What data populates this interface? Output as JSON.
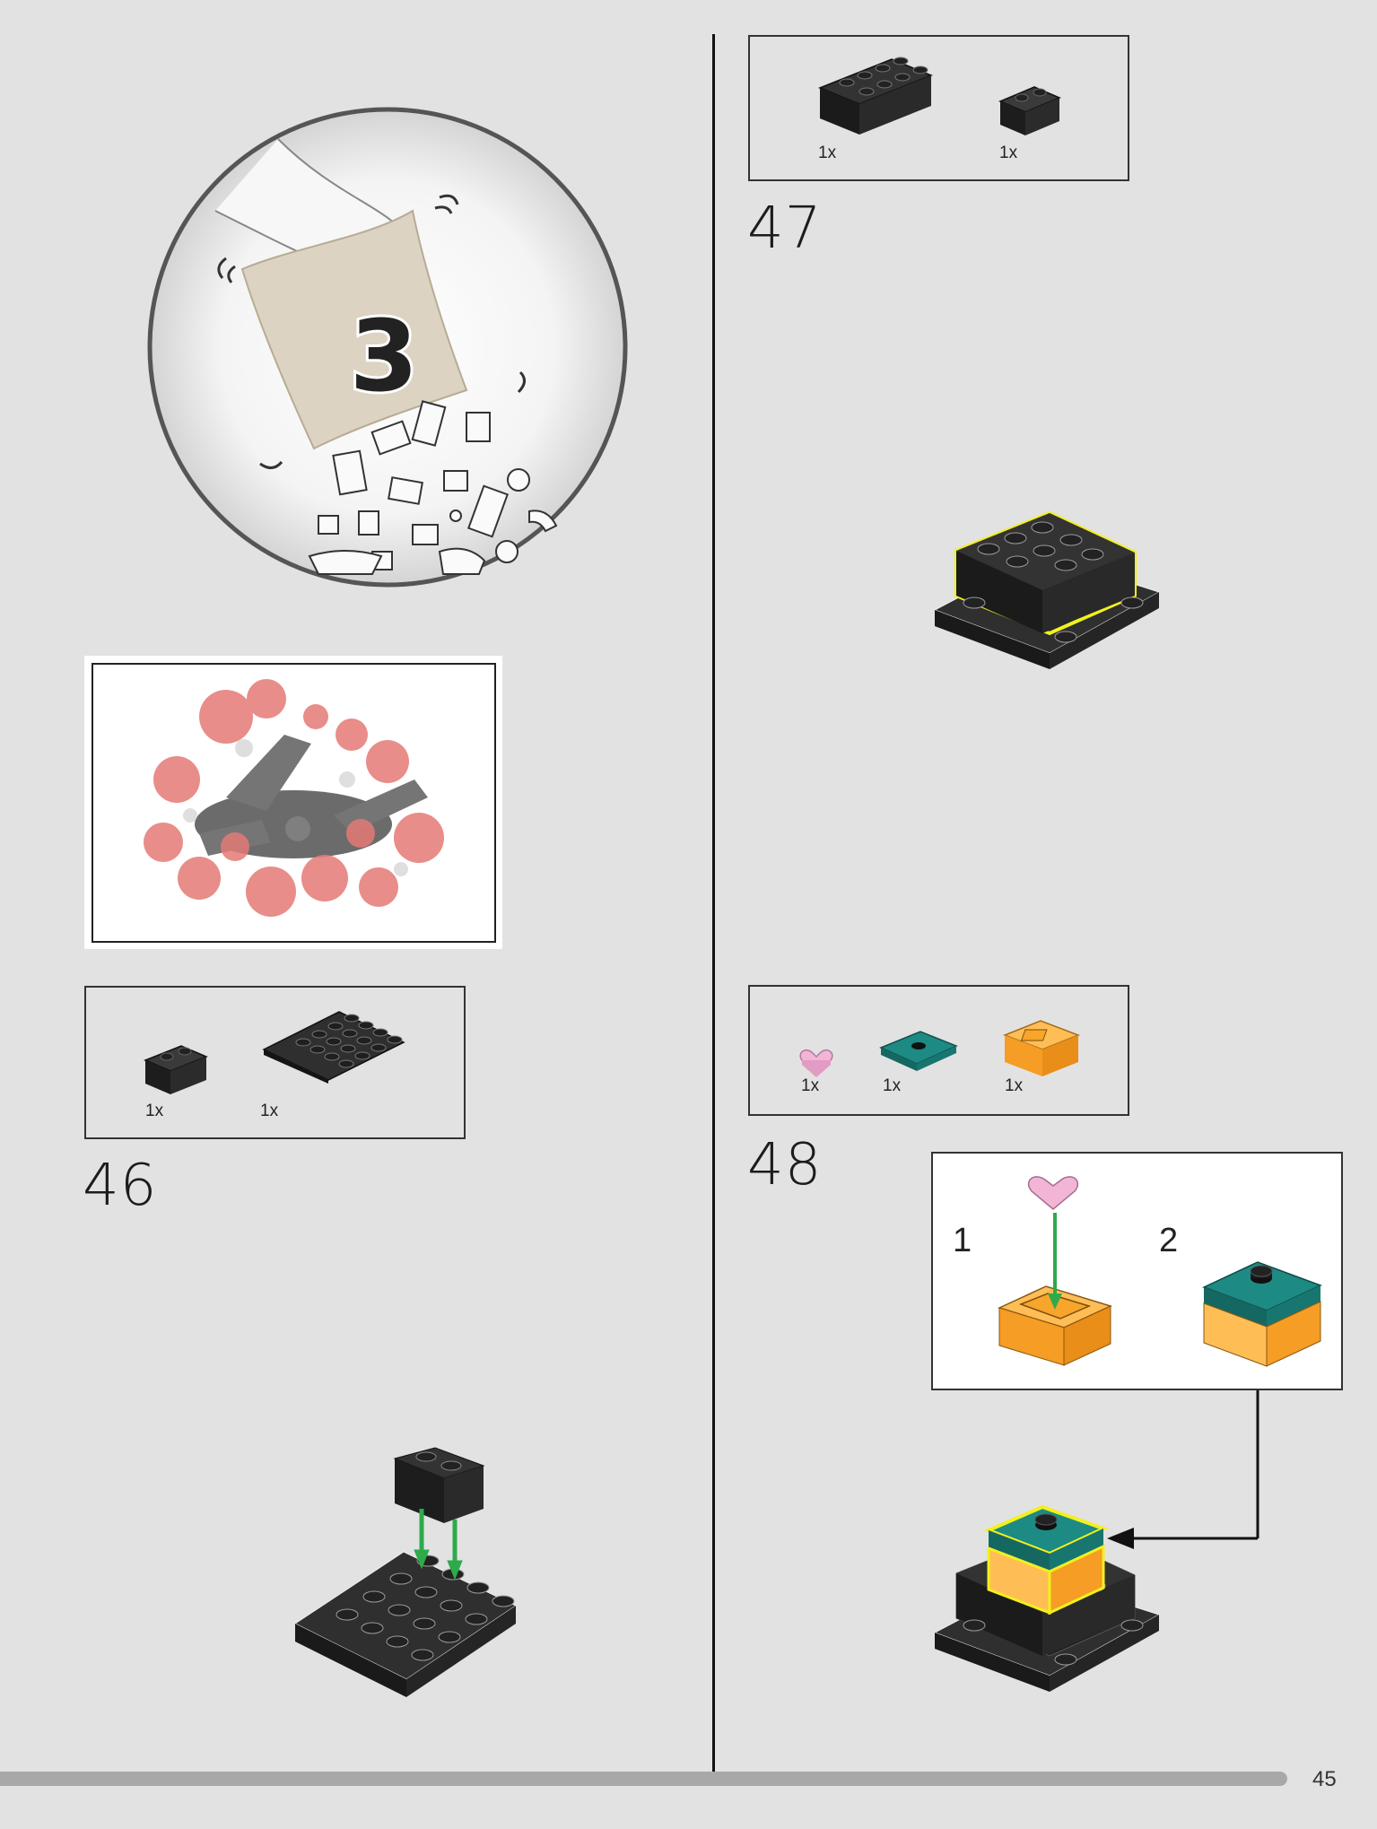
{
  "bag": {
    "number": "3"
  },
  "left_column": {
    "parts_callout": [
      {
        "qty": "1x",
        "part": "black-brick-1x2-icon"
      },
      {
        "qty": "1x",
        "part": "black-plate-4x4-icon"
      }
    ],
    "step_number": "46"
  },
  "right_column": {
    "parts_callout_top": [
      {
        "qty": "1x",
        "part": "black-brick-2x4-icon"
      },
      {
        "qty": "1x",
        "part": "black-brick-1x2-icon"
      }
    ],
    "step_47_number": "47",
    "parts_callout_bottom": [
      {
        "qty": "1x",
        "part": "pink-heart-tile-icon"
      },
      {
        "qty": "1x",
        "part": "teal-tile-with-stud-icon"
      },
      {
        "qty": "1x",
        "part": "orange-brick-2x2-icon"
      }
    ],
    "step_48_number": "48",
    "sub_build": {
      "sub_step_1": "1",
      "sub_step_2": "2"
    }
  },
  "footer": {
    "page_number": "45"
  },
  "colors": {
    "background": "#e2e2e2",
    "brick_black": "#2b2b2b",
    "highlight_yellow": "#f2f01e",
    "arrow_green": "#2eaa4a",
    "orange": "#f7a52b",
    "teal": "#1d8a83",
    "pink": "#f3b5d6"
  }
}
